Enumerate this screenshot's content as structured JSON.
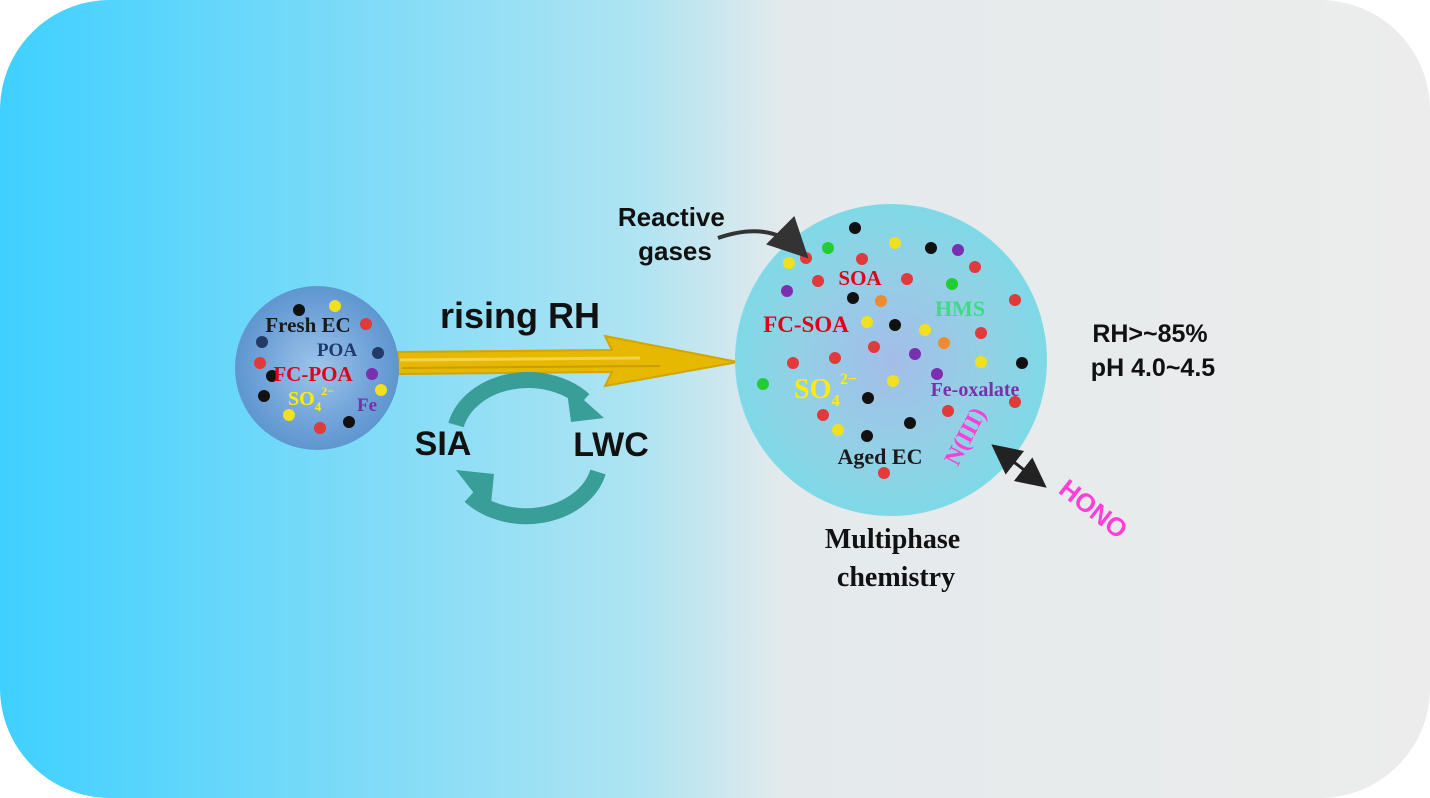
{
  "colors": {
    "bg_left": "#3fd0ff",
    "bg_mid": "#b0e4f2",
    "bg_right": "#ececec",
    "small_particle": "#6fa2d8",
    "large_particle": "#7fd7e6",
    "arrow_gold": "#e6b800",
    "cycle_teal": "#3a9e98",
    "dot_black": "#111111",
    "dot_red": "#e03a3a",
    "dot_yellow": "#f0e020",
    "dot_purple": "#7a2fb0",
    "dot_green": "#22cc33",
    "dot_orange": "#f08a30",
    "dot_navy": "#243a66",
    "text_red": "#e0001a",
    "text_navy": "#1f3a6e",
    "text_yellow": "#ffee00",
    "text_purple": "#7b2fa8",
    "text_green": "#3ddc84",
    "text_magenta": "#ff3fd6"
  },
  "small_particle": {
    "label_fresh_ec": "Fresh EC",
    "label_poa": "POA",
    "label_fc_poa": "FC-POA",
    "label_so4": "SO",
    "label_so4_sub": "4",
    "label_so4_sup": "2−",
    "label_fe": "Fe"
  },
  "transition": {
    "rising_rh": "rising RH",
    "sia": "SIA",
    "lwc": "LWC"
  },
  "large_particle": {
    "reactive_gases_line1": "Reactive",
    "reactive_gases_line2": "gases",
    "label_soa": "SOA",
    "label_hms": "HMS",
    "label_fc_soa": "FC-SOA",
    "label_so4": "SO",
    "label_so4_sub": "4",
    "label_so4_sup": "2−",
    "label_fe_oxalate": "Fe-oxalate",
    "label_n_iii": "N(III)",
    "label_aged_ec": "Aged EC",
    "caption_line1": "Multiphase",
    "caption_line2": "chemistry"
  },
  "conditions": {
    "rh": "RH>~85%",
    "ph": "pH 4.0~4.5"
  },
  "hono": "HONO"
}
